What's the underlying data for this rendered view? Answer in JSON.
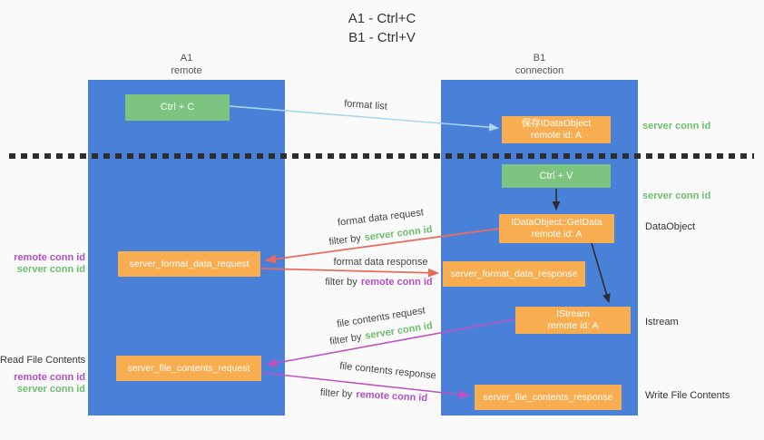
{
  "title": {
    "line1": "A1 - Ctrl+C",
    "line2": "B1 - Ctrl+V"
  },
  "lifelines": [
    {
      "name": "A1",
      "role": "remote"
    },
    {
      "name": "B1",
      "role": "connection"
    }
  ],
  "nodes": {
    "ctrl_c": {
      "label": "Ctrl + C"
    },
    "ctrl_v": {
      "label": "Ctrl + V"
    },
    "save_dataobject": {
      "line1": "保存IDataObject",
      "line2": "remote id: A"
    },
    "getdata": {
      "line1": "IDataObject::GetData",
      "line2": "remote id: A"
    },
    "istream": {
      "line1": "IStream",
      "line2": "remote id: A"
    },
    "format_request": {
      "label": "server_format_data_request"
    },
    "format_response": {
      "label": "server_format_data_response"
    },
    "file_request": {
      "label": "server_file_contents_request"
    },
    "file_response": {
      "label": "server_file_contents_response"
    }
  },
  "arrows": {
    "format_list": {
      "label": "format list"
    },
    "format_data_request": {
      "label": "format data request",
      "filter_prefix": "filter by",
      "filter_key": "server conn id"
    },
    "format_data_response": {
      "label": "format data response",
      "filter_prefix": "filter by",
      "filter_key": "remote conn id"
    },
    "file_contents_request": {
      "label": "file contents request",
      "filter_prefix": "filter by",
      "filter_key": "server conn id"
    },
    "file_contents_response": {
      "label": "file contents response",
      "filter_prefix": "filter by",
      "filter_key": "remote conn id"
    }
  },
  "right_labels": {
    "server_conn_id_1": "server conn id",
    "server_conn_id_2": "server conn id",
    "dataobject": "DataObject",
    "istream": "Istream",
    "write_file_contents": "Write File Contents"
  },
  "left_labels": {
    "remote_conn_id_1": "remote conn id",
    "server_conn_id_1": "server conn id",
    "read_file_contents": "Read File Contents",
    "remote_conn_id_2": "remote conn id",
    "server_conn_id_2": "server conn id"
  },
  "colors": {
    "lifeline_blue": "#4a81d8",
    "action_green": "#7cc47f",
    "message_orange": "#f9ad51",
    "server_conn_green": "#6cbf6c",
    "remote_conn_purple": "#b24fc8",
    "format_arrow_red": "#ea6a5f",
    "file_arrow_magenta": "#bf52c0",
    "format_list_arrow_blue": "#a9d5f2",
    "divider_black": "#2e2e2e",
    "background": "#fafafa"
  }
}
